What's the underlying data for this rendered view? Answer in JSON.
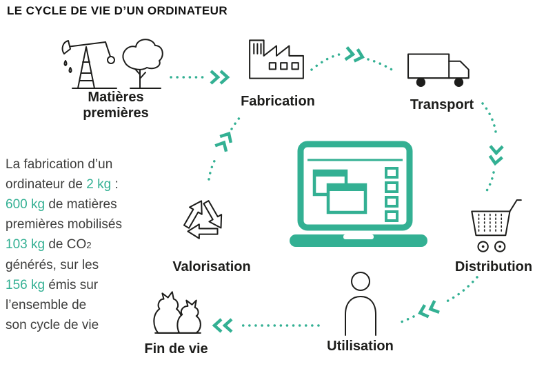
{
  "title": "LE CYCLE DE VIE D’UN ORDINATEUR",
  "colors": {
    "accent": "#33B093",
    "ink": "#1D1D1B"
  },
  "stages": {
    "matieres": "Matières premières",
    "fabrication": "Fabrication",
    "transport": "Transport",
    "distribution": "Distribution",
    "utilisation": "Utilisation",
    "fin": "Fin de vie",
    "valorisation": "Valorisation"
  },
  "info": {
    "l1": "La fabrication d’un",
    "l2a": "ordinateur de ",
    "l2b": "2 kg",
    "l2c": " :",
    "l3a": "600 kg",
    "l3b": " de matières",
    "l4": "premières mobilisés",
    "l5a": "103 kg",
    "l5b": " de CO",
    "l5sub": "2",
    "l6": "générés, sur les",
    "l7a": "156 kg",
    "l7b": " émis sur",
    "l8": "l’ensemble de",
    "l9": "son cycle de vie"
  }
}
